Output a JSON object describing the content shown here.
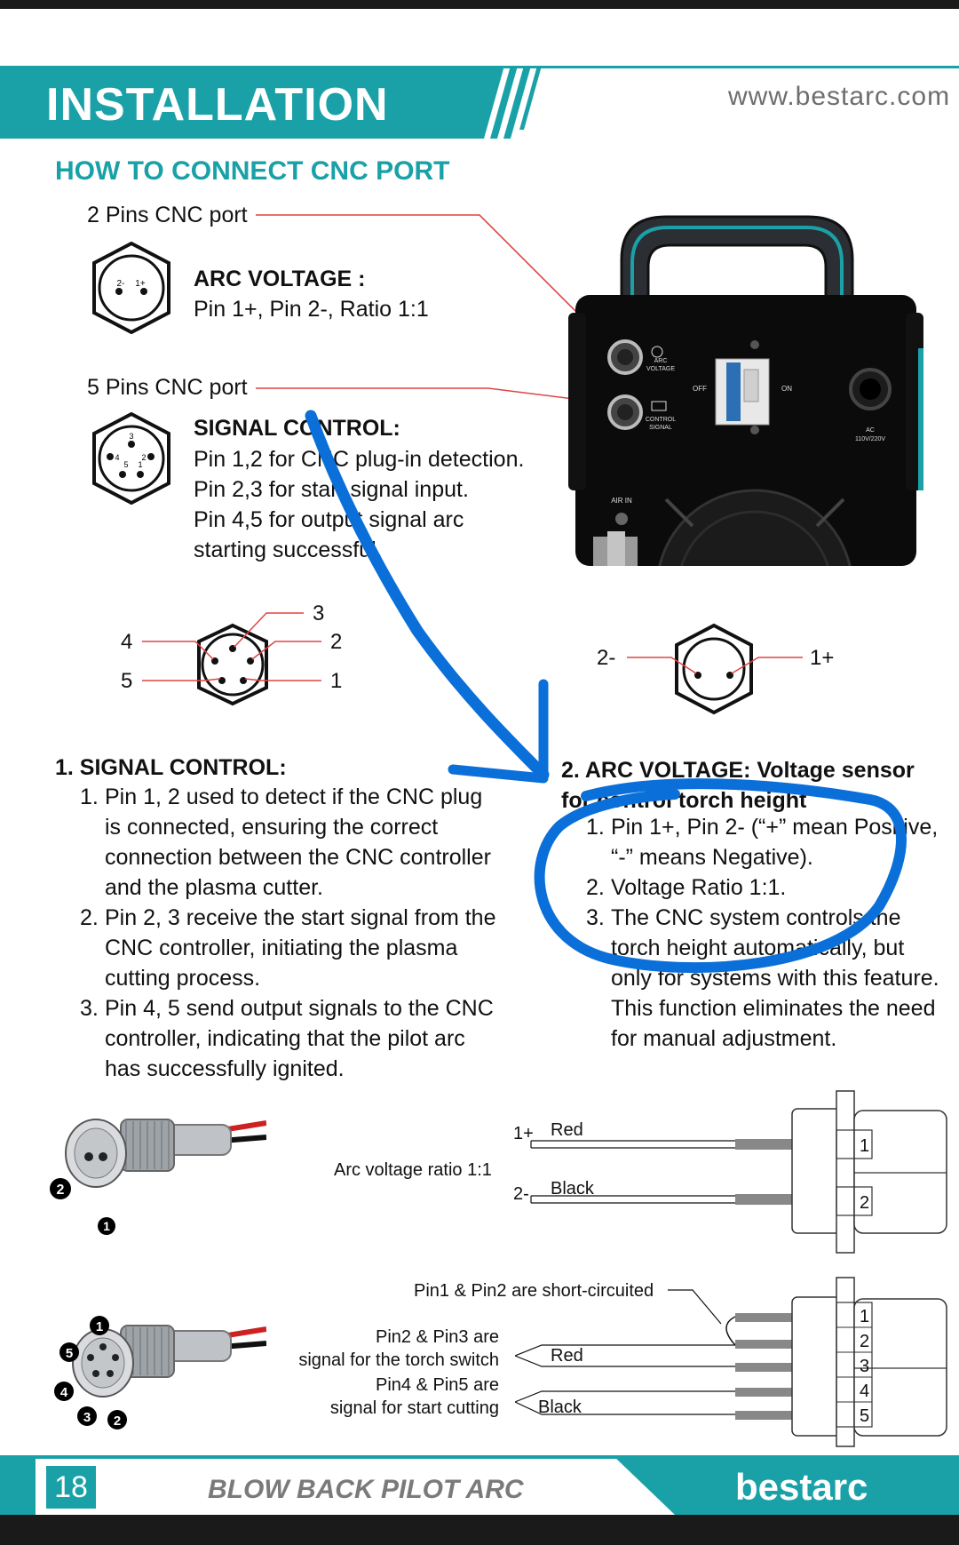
{
  "header": {
    "title": "INSTALLATION",
    "url": "www.bestarc.com"
  },
  "section_title": "HOW TO CONNECT CNC PORT",
  "port2": {
    "label": "2 Pins CNC port",
    "heading": "ARC VOLTAGE :",
    "desc": "Pin 1+, Pin 2-, Ratio 1:1",
    "pin_a": "2-",
    "pin_b": "1+"
  },
  "port5": {
    "label": "5 Pins CNC port",
    "heading": "SIGNAL CONTROL:",
    "lines": [
      "Pin 1,2 for CNC plug-in detection.",
      "Pin 2,3 for start signal input.",
      "Pin 4,5 for output signal arc",
      "starting successful."
    ],
    "icon_pins": [
      "4",
      "3",
      "2",
      "5",
      "1"
    ]
  },
  "machine": {
    "arc_voltage_label": "ARC\nVOLTAGE",
    "control_signal_label": "CONTROL\nSIGNAL",
    "off": "OFF",
    "on": "ON",
    "ac": "AC\n110V/220V",
    "air_in": "AIR IN"
  },
  "diagram5": {
    "labels": [
      "3",
      "4",
      "2",
      "5",
      "1"
    ]
  },
  "diagram2": {
    "left": "2-",
    "right": "1+"
  },
  "signal_control": {
    "heading": "1. SIGNAL CONTROL:",
    "items": [
      {
        "num": "1.",
        "text": "Pin 1, 2 used to detect if the CNC plug is connected, ensuring the correct connection between the CNC controller and the plasma cutter."
      },
      {
        "num": "2.",
        "text": "Pin 2, 3 receive the start signal from the CNC controller, initiating the plasma cutting process."
      },
      {
        "num": "3.",
        "text": "Pin 4, 5 send output signals to the CNC controller, indicating that the pilot arc has successfully ignited."
      }
    ]
  },
  "arc_voltage": {
    "heading": "2. ARC VOLTAGE: Voltage sensor for control torch height",
    "items": [
      {
        "num": "1.",
        "text": "Pin 1+, Pin 2- (“+” mean Positive, “-” means Negative)."
      },
      {
        "num": "2.",
        "text": "Voltage Ratio 1:1."
      },
      {
        "num": "3.",
        "text": "The CNC system controls the torch height automatically, but only for systems with this feature. This function eliminates the need for manual adjustment."
      }
    ]
  },
  "wiring2": {
    "caption": "Arc voltage ratio 1:1",
    "plus": "1+",
    "minus": "2-",
    "red": "Red",
    "black": "Black",
    "pins": [
      "1",
      "2"
    ],
    "connector_pins": [
      "2",
      "1"
    ]
  },
  "wiring5": {
    "short_note": "Pin1 & Pin2 are short-circuited",
    "note_a1": "Pin2 & Pin3 are",
    "note_a2": "signal for the torch switch",
    "note_b1": "Pin4 & Pin5 are",
    "note_b2": "signal for start cutting",
    "red": "Red",
    "black": "Black",
    "pins": [
      "1",
      "2",
      "3",
      "4",
      "5"
    ],
    "connector_pins": [
      "1",
      "5",
      "4",
      "3",
      "2"
    ]
  },
  "footer": {
    "page": "18",
    "title": "BLOW BACK PILOT ARC",
    "brand": "bestarc"
  },
  "colors": {
    "teal": "#1aa1a8",
    "teal_light": "#5fc8cc",
    "annotation_blue": "#0a6fd8",
    "leader_red": "#e04444"
  }
}
